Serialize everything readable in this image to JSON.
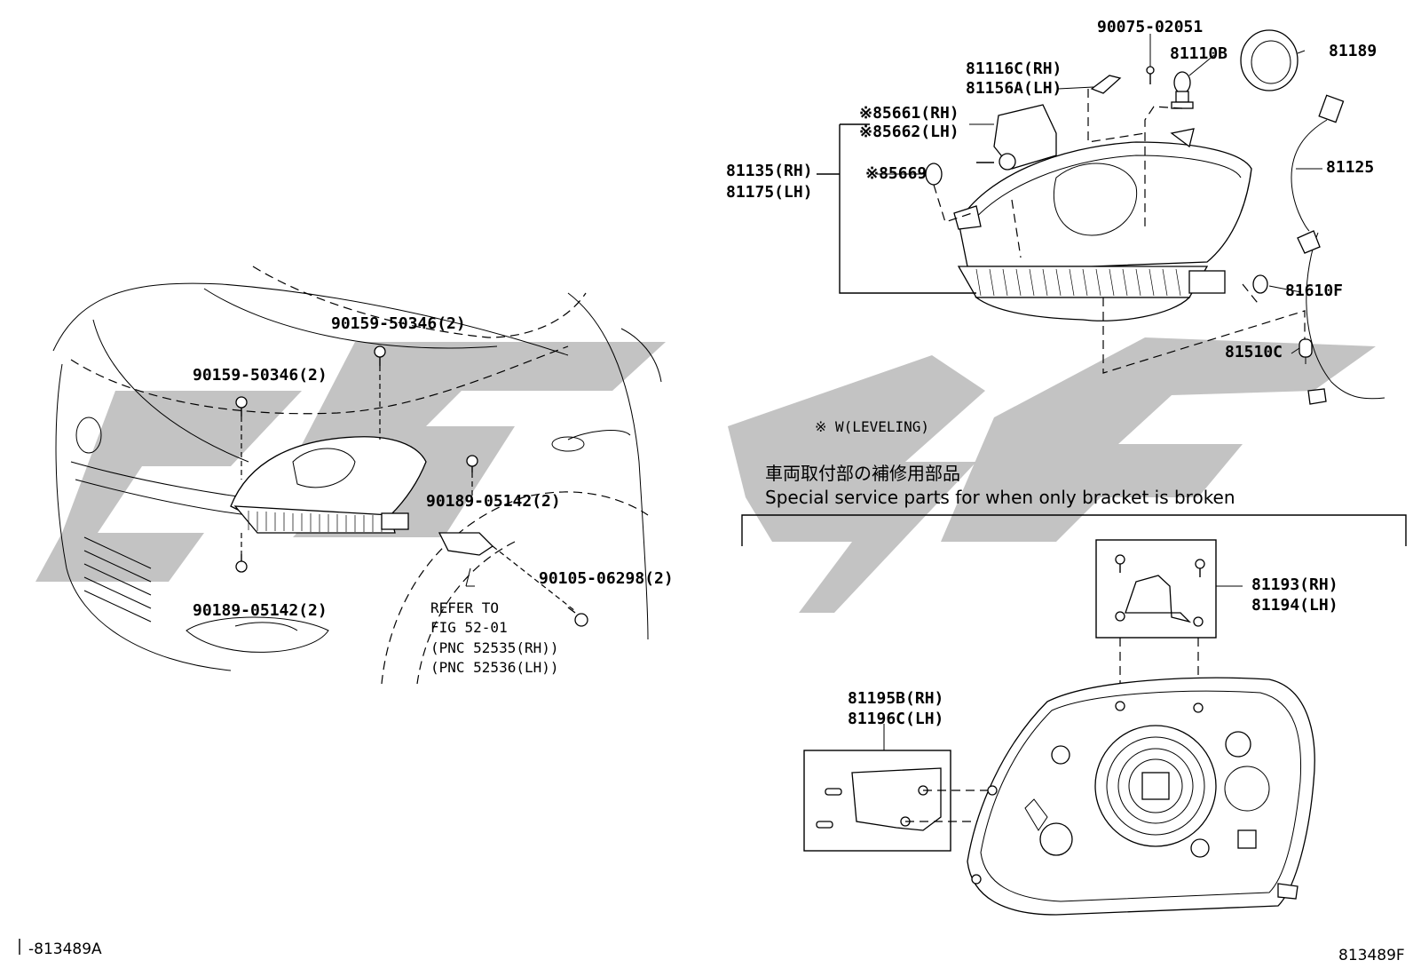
{
  "labels": {
    "l1": "90075-02051",
    "l2": "81116C(RH)",
    "l3": "81156A(LH)",
    "l4": "81110B",
    "l5": "81189",
    "l6": "※85661(RH)",
    "l7": "※85662(LH)",
    "l8": "81135(RH)",
    "l9": "81175(LH)",
    "l10": "※85669",
    "l11": "81125",
    "l12": "81610F",
    "l13": "81510C",
    "l14": "90159-50346(2)",
    "l15": "90159-50346(2)",
    "l16": "90189-05142(2)",
    "l17": "90189-05142(2)",
    "l18": "90105-06298(2)",
    "l19": "REFER TO",
    "l20": "FIG 52-01",
    "l21": "(PNC 52535(RH))",
    "l22": "(PNC 52536(LH))",
    "l23": "※ W(LEVELING)",
    "l24": "車両取付部の補修用部品",
    "l25": "Special service parts for when only bracket is broken",
    "l26": "81193(RH)",
    "l27": "81194(LH)",
    "l28": "81195B(RH)",
    "l29": "81196C(LH)",
    "l30": "-813489A",
    "l31": "813489F"
  }
}
